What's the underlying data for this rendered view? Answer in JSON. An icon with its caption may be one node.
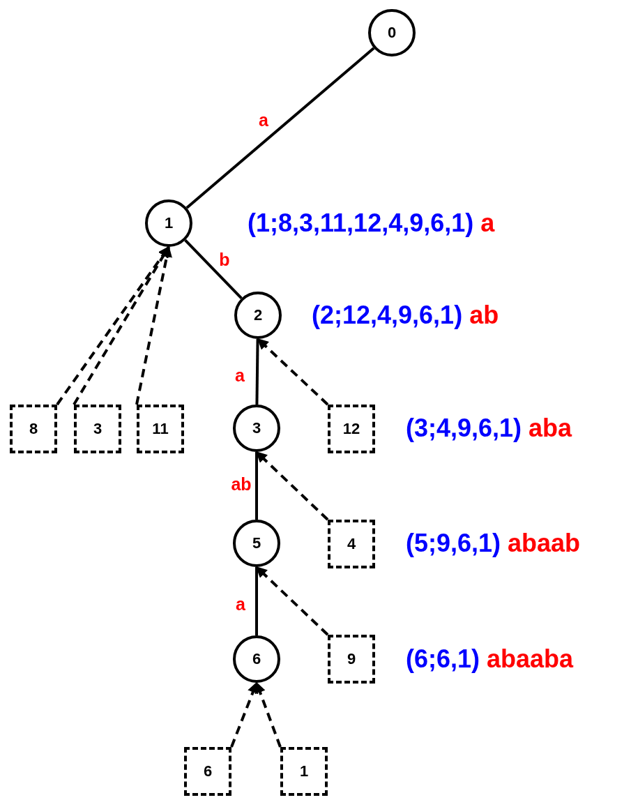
{
  "diagram": {
    "nodes": [
      {
        "text": [
          "0"
        ]
      },
      {
        "text": [
          "1"
        ],
        "beside": [
          "(1;8,3,11,12,4,9,6,1)",
          "a"
        ]
      },
      {
        "text": [
          "2"
        ],
        "beside": [
          "(2;12,4,9,6,1)",
          "ab"
        ]
      },
      {
        "text": [
          "3"
        ],
        "beside": [
          "(3;4,9,6,1)",
          "aba"
        ]
      },
      {
        "text": [
          "5"
        ],
        "beside": [
          "(5;9,6,1)",
          "abaab"
        ]
      },
      {
        "text": [
          "6"
        ],
        "beside": [
          "(6;6,1)",
          "abaaba"
        ]
      },
      {
        "text": [
          "8"
        ]
      },
      {
        "text": [
          "3"
        ]
      },
      {
        "text": [
          "11"
        ]
      },
      {
        "text": [
          "12"
        ]
      },
      {
        "text": [
          "4"
        ]
      },
      {
        "text": [
          "9"
        ]
      },
      {
        "text": [
          "6"
        ]
      },
      {
        "text": [
          "1"
        ]
      }
    ],
    "edges": [
      {
        "from": 0,
        "to": 1,
        "arrow": "none",
        "label": "a"
      },
      {
        "from": 1,
        "to": 2,
        "arrow": "none",
        "label": "b"
      },
      {
        "from": 2,
        "to": 3,
        "arrow": "none",
        "label": "a"
      },
      {
        "from": 3,
        "to": 4,
        "arrow": "none",
        "label": "ab"
      },
      {
        "from": 4,
        "to": 5,
        "arrow": "none",
        "label": "a"
      },
      {
        "from": 6,
        "to": 1,
        "arrow": "to",
        "style": "dashed"
      },
      {
        "from": 7,
        "to": 1,
        "arrow": "to",
        "style": "dashed"
      },
      {
        "from": 8,
        "to": 1,
        "arrow": "to",
        "style": "dashed"
      },
      {
        "from": 9,
        "to": 2,
        "arrow": "to",
        "style": "dashed"
      },
      {
        "from": 10,
        "to": 3,
        "arrow": "to",
        "style": "dashed"
      },
      {
        "from": 11,
        "to": 4,
        "arrow": "to",
        "style": "dashed"
      },
      {
        "from": 12,
        "to": 5,
        "arrow": "to",
        "style": "dashed"
      },
      {
        "from": 13,
        "to": 5,
        "arrow": "to",
        "style": "dashed"
      }
    ]
  }
}
